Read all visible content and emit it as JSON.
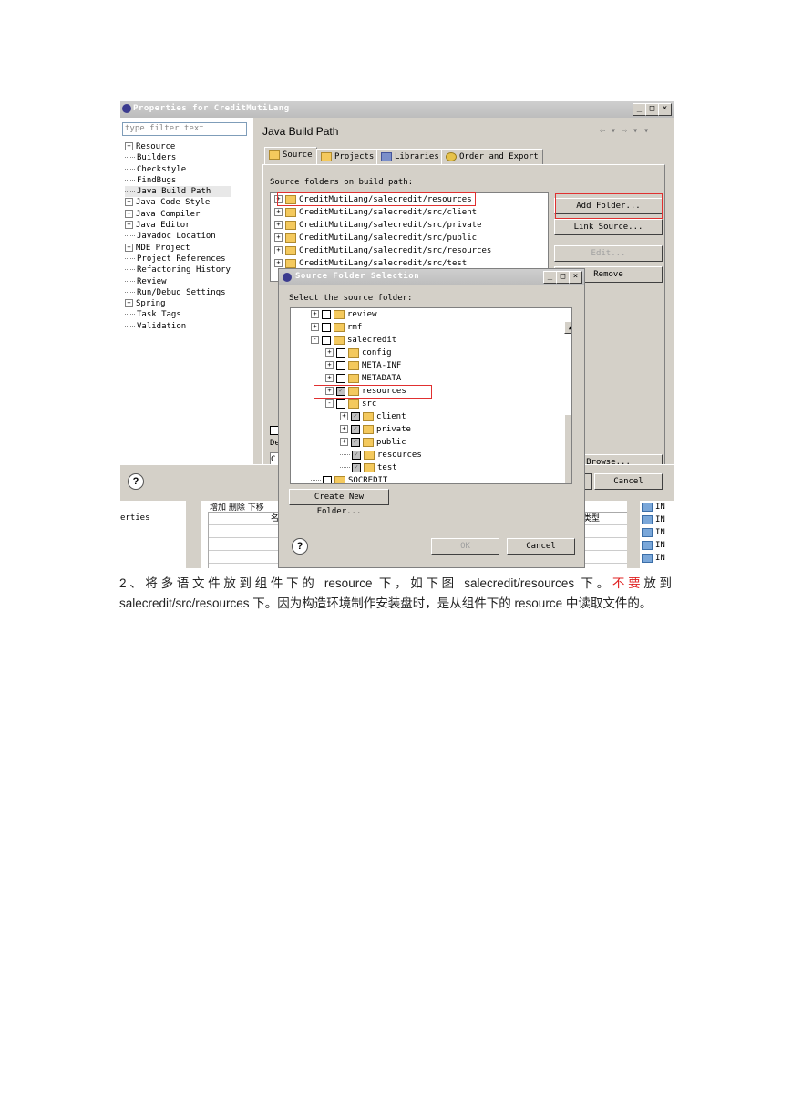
{
  "window": {
    "title": "Properties for CreditMutiLang",
    "controls": [
      "_",
      "□",
      "×"
    ]
  },
  "left": {
    "filter_placeholder": "type filter text",
    "tree": [
      {
        "label": "Resource",
        "expander": "+"
      },
      {
        "label": "Builders",
        "expander": ""
      },
      {
        "label": "Checkstyle",
        "expander": ""
      },
      {
        "label": "FindBugs",
        "expander": ""
      },
      {
        "label": "Java Build Path",
        "expander": "",
        "selected": true
      },
      {
        "label": "Java Code Style",
        "expander": "+"
      },
      {
        "label": "Java Compiler",
        "expander": "+"
      },
      {
        "label": "Java Editor",
        "expander": "+"
      },
      {
        "label": "Javadoc Location",
        "expander": ""
      },
      {
        "label": "MDE Project",
        "expander": "+"
      },
      {
        "label": "Project References",
        "expander": ""
      },
      {
        "label": "Refactoring History",
        "expander": ""
      },
      {
        "label": "Review",
        "expander": ""
      },
      {
        "label": "Run/Debug Settings",
        "expander": ""
      },
      {
        "label": "Spring",
        "expander": "+"
      },
      {
        "label": "Task Tags",
        "expander": ""
      },
      {
        "label": "Validation",
        "expander": ""
      }
    ]
  },
  "right": {
    "heading": "Java Build Path",
    "nav": "⇦ ▾ ⇨ ▾ ▾",
    "tabs": [
      "Source",
      "Projects",
      "Libraries",
      "Order and Export"
    ],
    "source_label": "Source folders on build path:",
    "source_folders": [
      "CreditMutiLang/salecredit/resources",
      "CreditMutiLang/salecredit/src/client",
      "CreditMutiLang/salecredit/src/private",
      "CreditMutiLang/salecredit/src/public",
      "CreditMutiLang/salecredit/src/resources",
      "CreditMutiLang/salecredit/src/test"
    ],
    "buttons": {
      "add_folder": "Add Folder...",
      "link_source": "Link Source...",
      "edit": "Edit...",
      "remove": "Remove",
      "browse": "Browse..."
    },
    "partial_label": "De",
    "partial_field": "C"
  },
  "bottom": {
    "cancel": "Cancel",
    "help": "?"
  },
  "background_app": {
    "left_text": "erties",
    "toolbar_text": "增加  删除  下移",
    "col_mark": "名",
    "col_type": "类型",
    "tree_items": [
      "IN",
      "IN",
      "IN",
      "IN",
      "IN"
    ]
  },
  "dialog": {
    "title": "Source Folder Selection",
    "label": "Select the source folder:",
    "tree": [
      {
        "label": "review",
        "indent": 1,
        "expander": "+",
        "check": "none"
      },
      {
        "label": "rmf",
        "indent": 1,
        "expander": "+",
        "check": "none"
      },
      {
        "label": "salecredit",
        "indent": 1,
        "expander": "-",
        "check": "none"
      },
      {
        "label": "config",
        "indent": 2,
        "expander": "+",
        "check": "none"
      },
      {
        "label": "META-INF",
        "indent": 2,
        "expander": "+",
        "check": "none"
      },
      {
        "label": "METADATA",
        "indent": 2,
        "expander": "+",
        "check": "none"
      },
      {
        "label": "resources",
        "indent": 2,
        "expander": "+",
        "check": "grey",
        "highlight": true
      },
      {
        "label": "src",
        "indent": 2,
        "expander": "-",
        "check": "none"
      },
      {
        "label": "client",
        "indent": 3,
        "expander": "+",
        "check": "grey"
      },
      {
        "label": "private",
        "indent": 3,
        "expander": "+",
        "check": "grey"
      },
      {
        "label": "public",
        "indent": 3,
        "expander": "+",
        "check": "grey"
      },
      {
        "label": "resources",
        "indent": 3,
        "expander": "",
        "check": "grey"
      },
      {
        "label": "test",
        "indent": 3,
        "expander": "",
        "check": "grey"
      },
      {
        "label": "SOCREDIT",
        "indent": 1,
        "expander": "",
        "check": "none"
      }
    ],
    "create_button": "Create New Folder...",
    "ok": "OK",
    "cancel": "Cancel",
    "help": "?"
  },
  "paragraph": {
    "part1": "2、将多语文件放到组件下的 resource 下，如下图 salecredit/resources 下。",
    "warn": "不要",
    "part2": "放到 salecredit/src/resources 下。因为构造环境制作安装盘时，是从组件下的 resource 中读取文件的。"
  }
}
